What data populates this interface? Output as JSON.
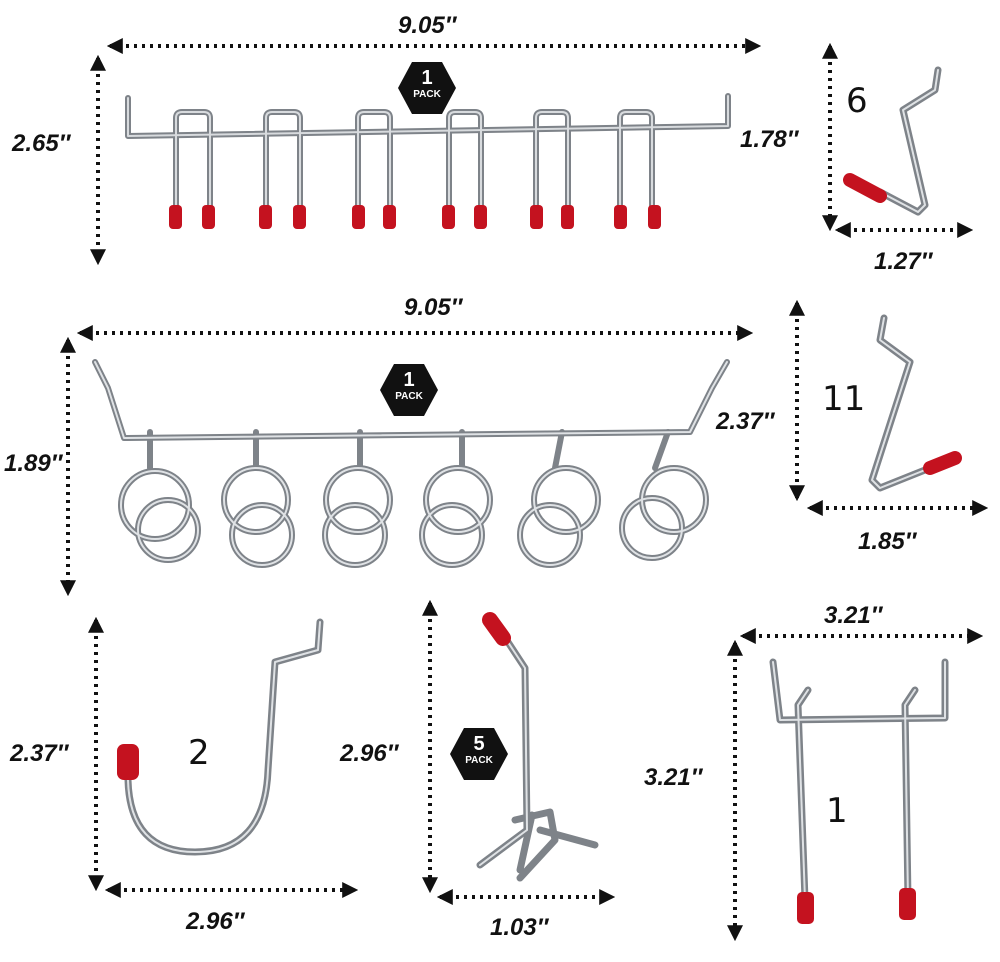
{
  "colors": {
    "wire": "#a9adb3",
    "wire_dark": "#6f747a",
    "tip": "#c4121f",
    "badge": "#111111",
    "text": "#111111"
  },
  "badges": {
    "top_bar": {
      "count": "1",
      "label": "PACK"
    },
    "ring_bar": {
      "count": "1",
      "label": "PACK"
    },
    "stem_hook": {
      "count": "5",
      "label": "PACK"
    }
  },
  "products": {
    "top_bar": {
      "width": "9.05″",
      "height": "2.65″"
    },
    "z_hook_small": {
      "count": "6",
      "height": "1.78″",
      "width": "1.27″"
    },
    "ring_bar": {
      "width": "9.05″",
      "height": "1.89″"
    },
    "z_hook_large": {
      "count": "11",
      "height": "2.37″",
      "width": "1.85″"
    },
    "j_hook": {
      "count": "2",
      "height": "2.37″",
      "width": "2.96″"
    },
    "stem_hook": {
      "height": "2.96″",
      "width": "1.03″"
    },
    "double_hook": {
      "count": "1",
      "width": "3.21″",
      "height": "3.21″"
    }
  }
}
